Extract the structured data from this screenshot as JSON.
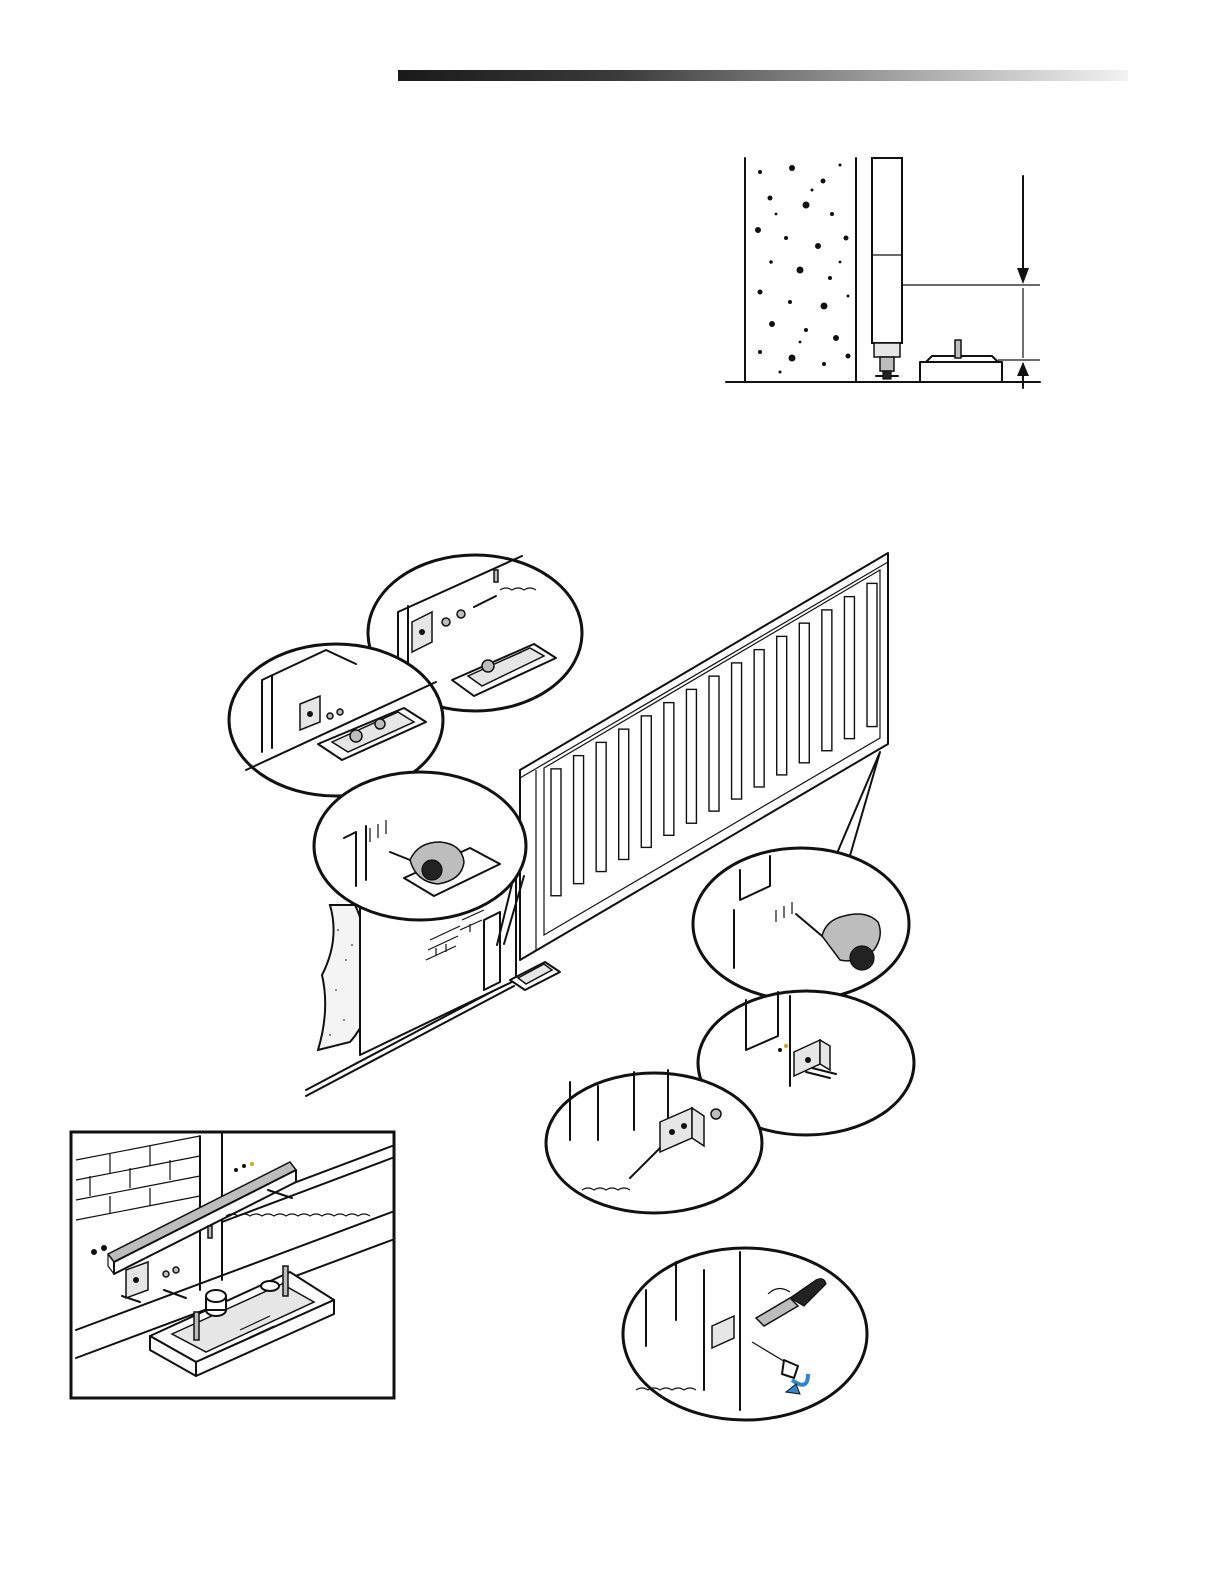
{
  "header": {
    "bar_color_start": "#1a1a1a",
    "bar_color_end": "#f2f2f2"
  },
  "figures": [
    {
      "id": "wall-clearance-diagram",
      "text_labels": []
    },
    {
      "id": "gate-installation-overview",
      "text_labels": []
    },
    {
      "id": "rack-bracket-detail",
      "text_labels": []
    }
  ],
  "accent_color": "#2f86c8"
}
